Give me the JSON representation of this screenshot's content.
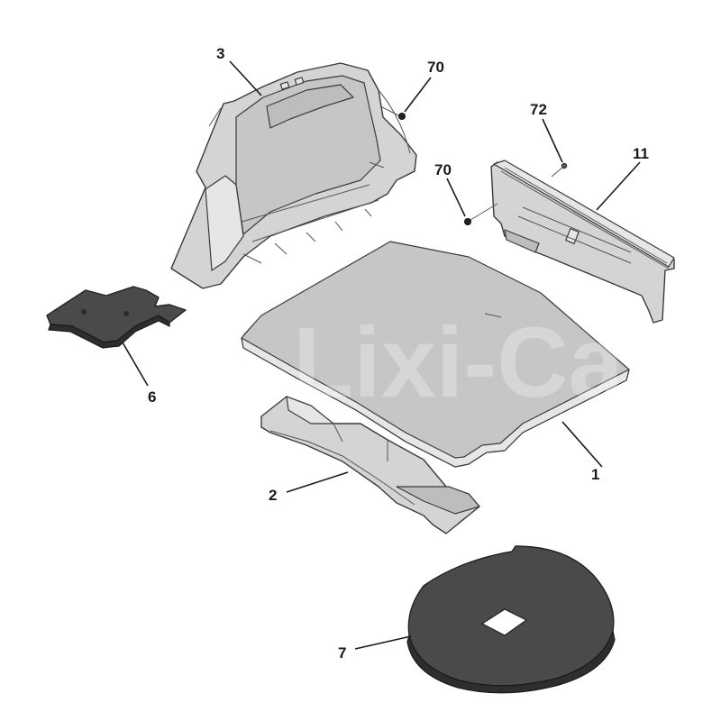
{
  "watermark": "Lixi-Car",
  "callouts": [
    {
      "id": "3",
      "label": "3"
    },
    {
      "id": "70a",
      "label": "70"
    },
    {
      "id": "72",
      "label": "72"
    },
    {
      "id": "11",
      "label": "11"
    },
    {
      "id": "70b",
      "label": "70"
    },
    {
      "id": "6",
      "label": "6"
    },
    {
      "id": "1",
      "label": "1"
    },
    {
      "id": "2",
      "label": "2"
    },
    {
      "id": "7",
      "label": "7"
    }
  ],
  "parts": [
    {
      "ref": "1",
      "name": "floor-panel",
      "color": "#c6c6c6"
    },
    {
      "ref": "2",
      "name": "foam-block",
      "color": "#d4d4d4"
    },
    {
      "ref": "3",
      "name": "side-trim-panel",
      "color": "#d4d4d4"
    },
    {
      "ref": "6",
      "name": "dark-pad",
      "color": "#4a4a4a"
    },
    {
      "ref": "7",
      "name": "spare-wheel-mat",
      "color": "#4a4a4a"
    },
    {
      "ref": "11",
      "name": "sill-trim",
      "color": "#d4d4d4"
    },
    {
      "ref": "70",
      "name": "clip-fastener",
      "color": "#222222"
    },
    {
      "ref": "72",
      "name": "screw-fastener",
      "color": "#222222"
    }
  ]
}
